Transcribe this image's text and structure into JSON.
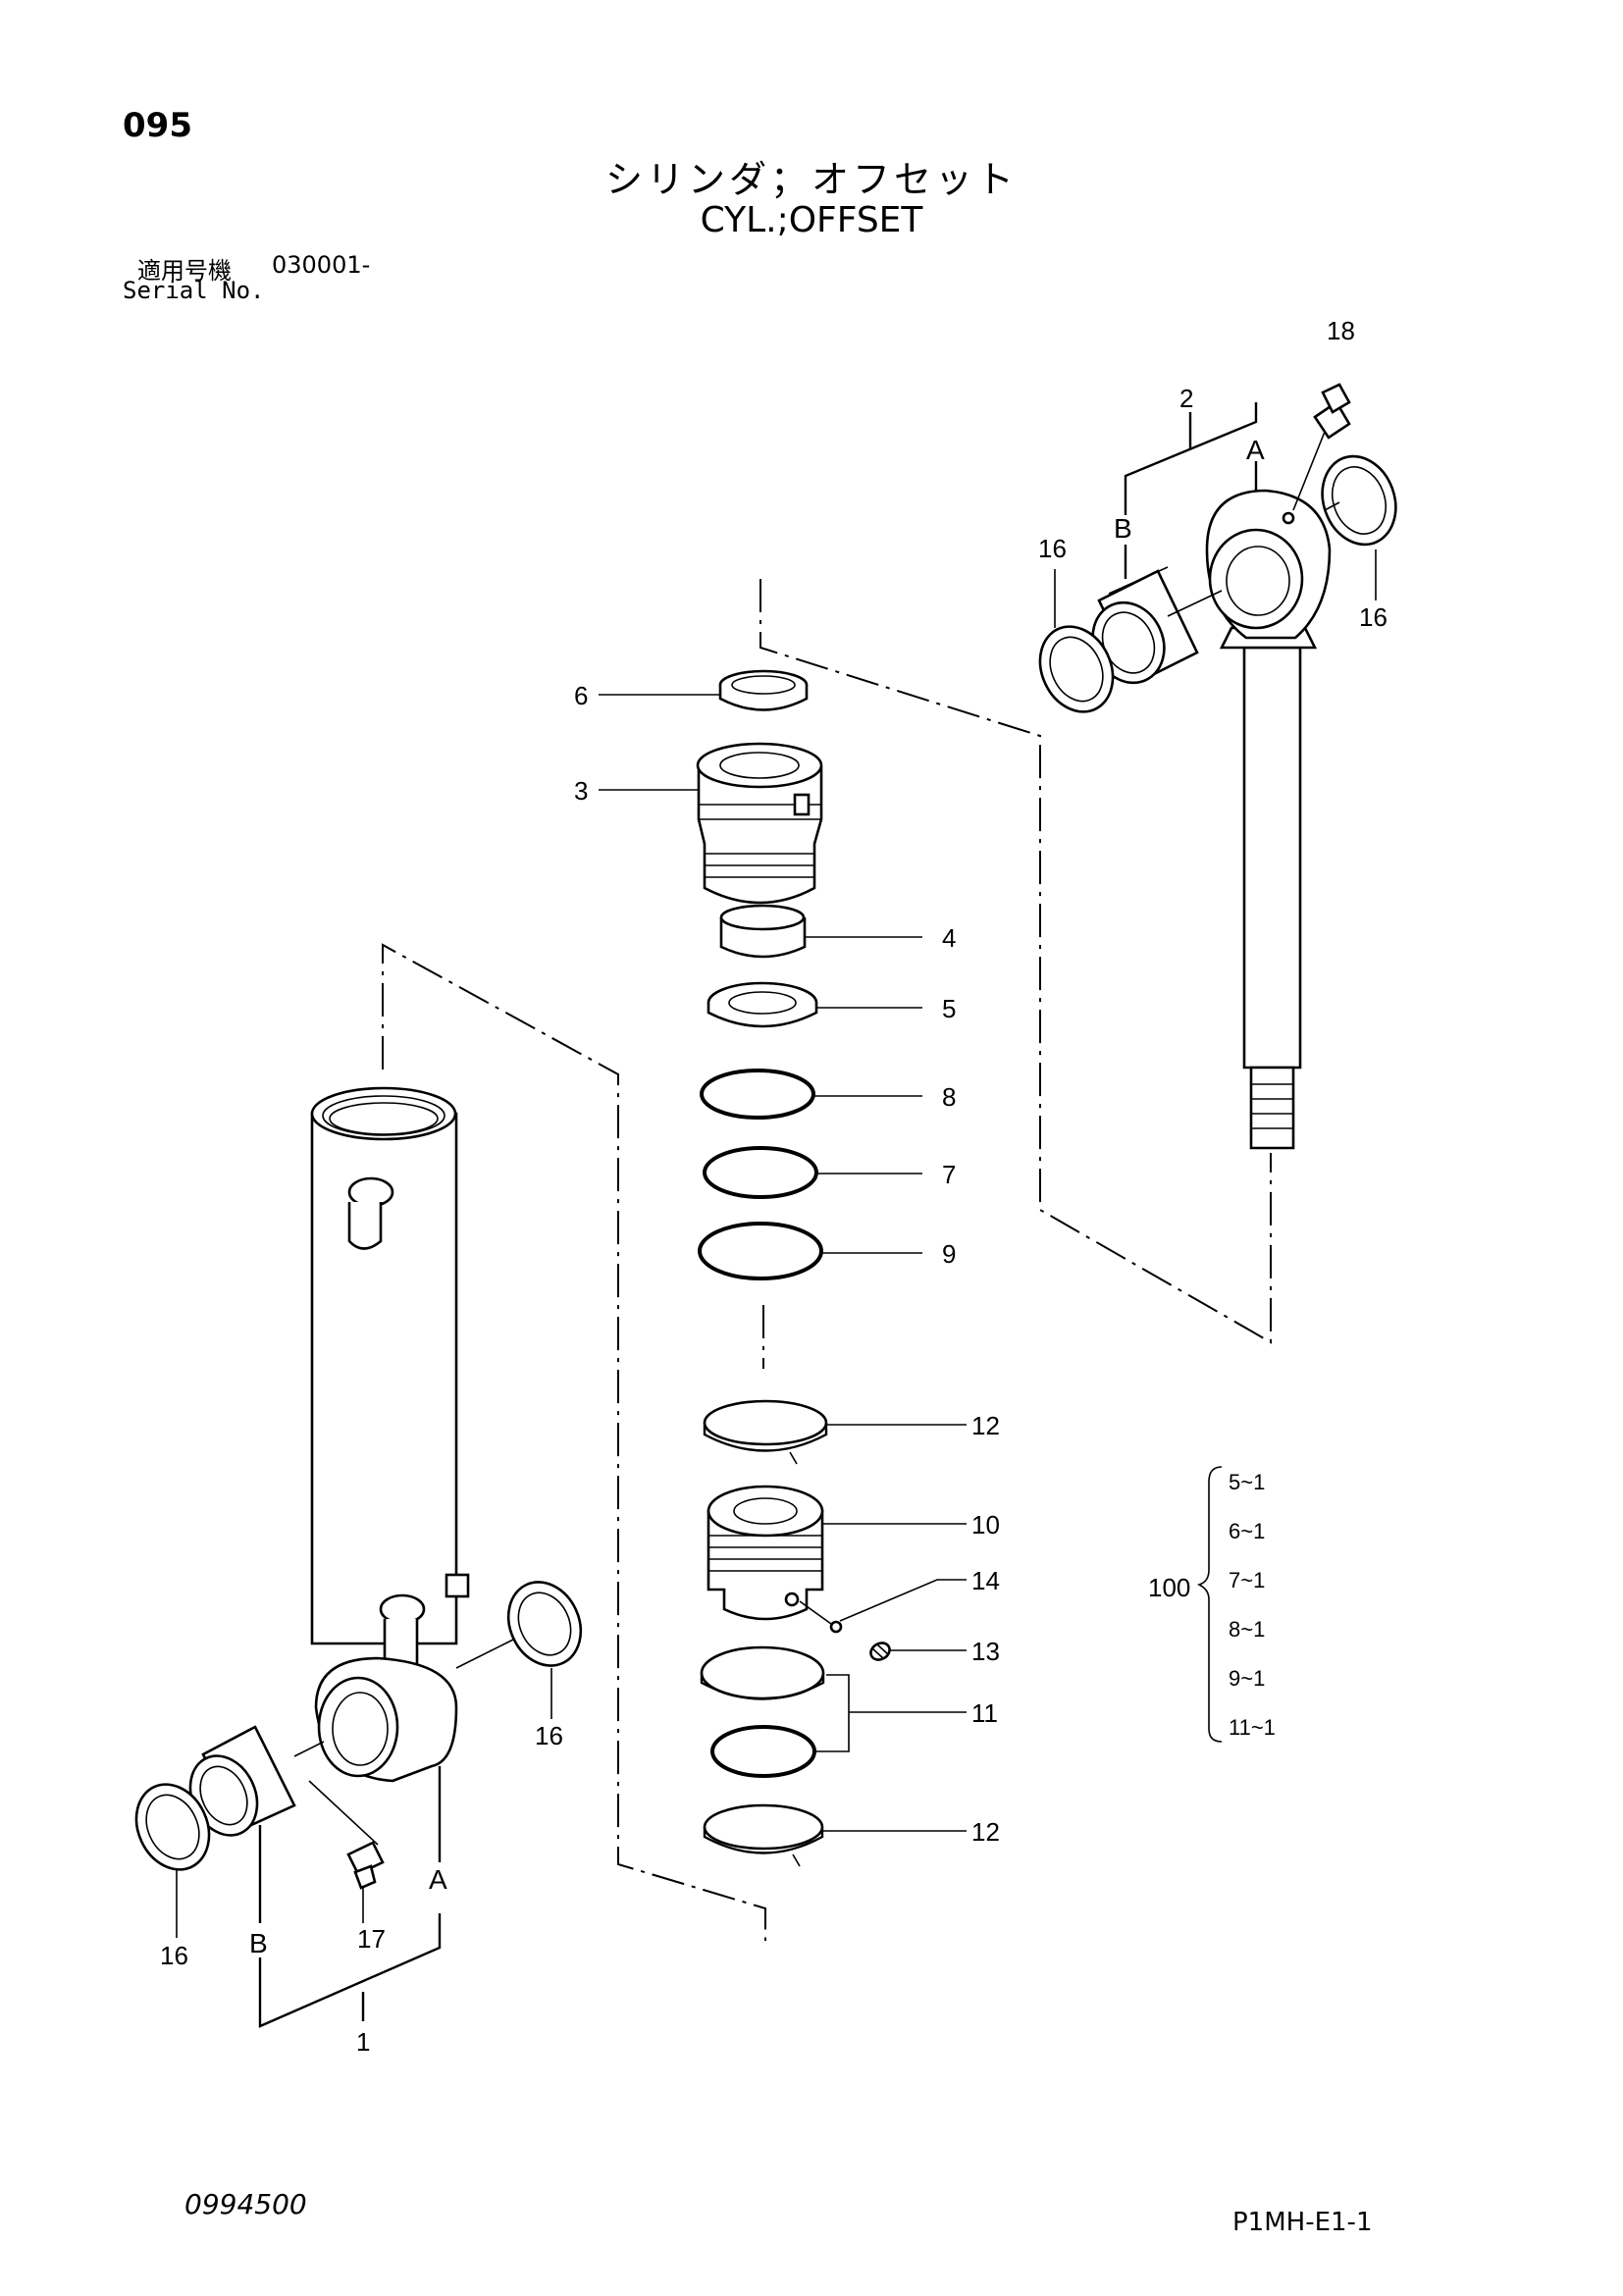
{
  "header": {
    "page_number": "095",
    "title_jp": "シリンダ；オフセット",
    "title_en": "CYL.;OFFSET",
    "serial_label_jp": "適用号機",
    "serial_value": "030001-",
    "serial_label_en": "Serial No."
  },
  "callouts": {
    "c1": "1",
    "c2": "2",
    "c3": "3",
    "c4": "4",
    "c5": "5",
    "c6": "6",
    "c7": "7",
    "c8": "8",
    "c9": "9",
    "c10": "10",
    "c11": "11",
    "c12a": "12",
    "c12b": "12",
    "c13": "13",
    "c14": "14",
    "c16a": "16",
    "c16b": "16",
    "c16c": "16",
    "c16d": "16",
    "c17": "17",
    "c18": "18",
    "a_rod": "A",
    "b_rod": "B",
    "a_tube": "A",
    "b_tube": "B"
  },
  "kit": {
    "number": "100",
    "items": [
      "5~1",
      "6~1",
      "7~1",
      "8~1",
      "9~1",
      "11~1"
    ]
  },
  "footer": {
    "doc_code": "0994500",
    "page_code": "P1MH-E1-1"
  }
}
